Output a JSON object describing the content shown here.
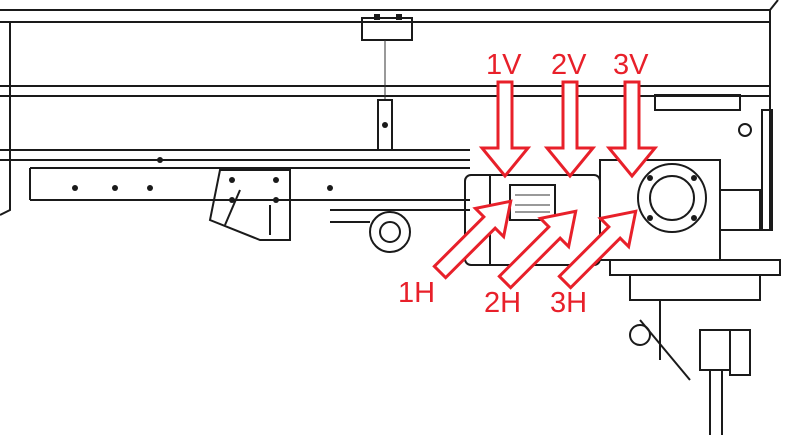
{
  "diagram": {
    "accent_color": "#e8202a",
    "vertical_labels": [
      "1V",
      "2V",
      "3V"
    ],
    "horizontal_labels": [
      "1H",
      "2H",
      "3H"
    ]
  }
}
